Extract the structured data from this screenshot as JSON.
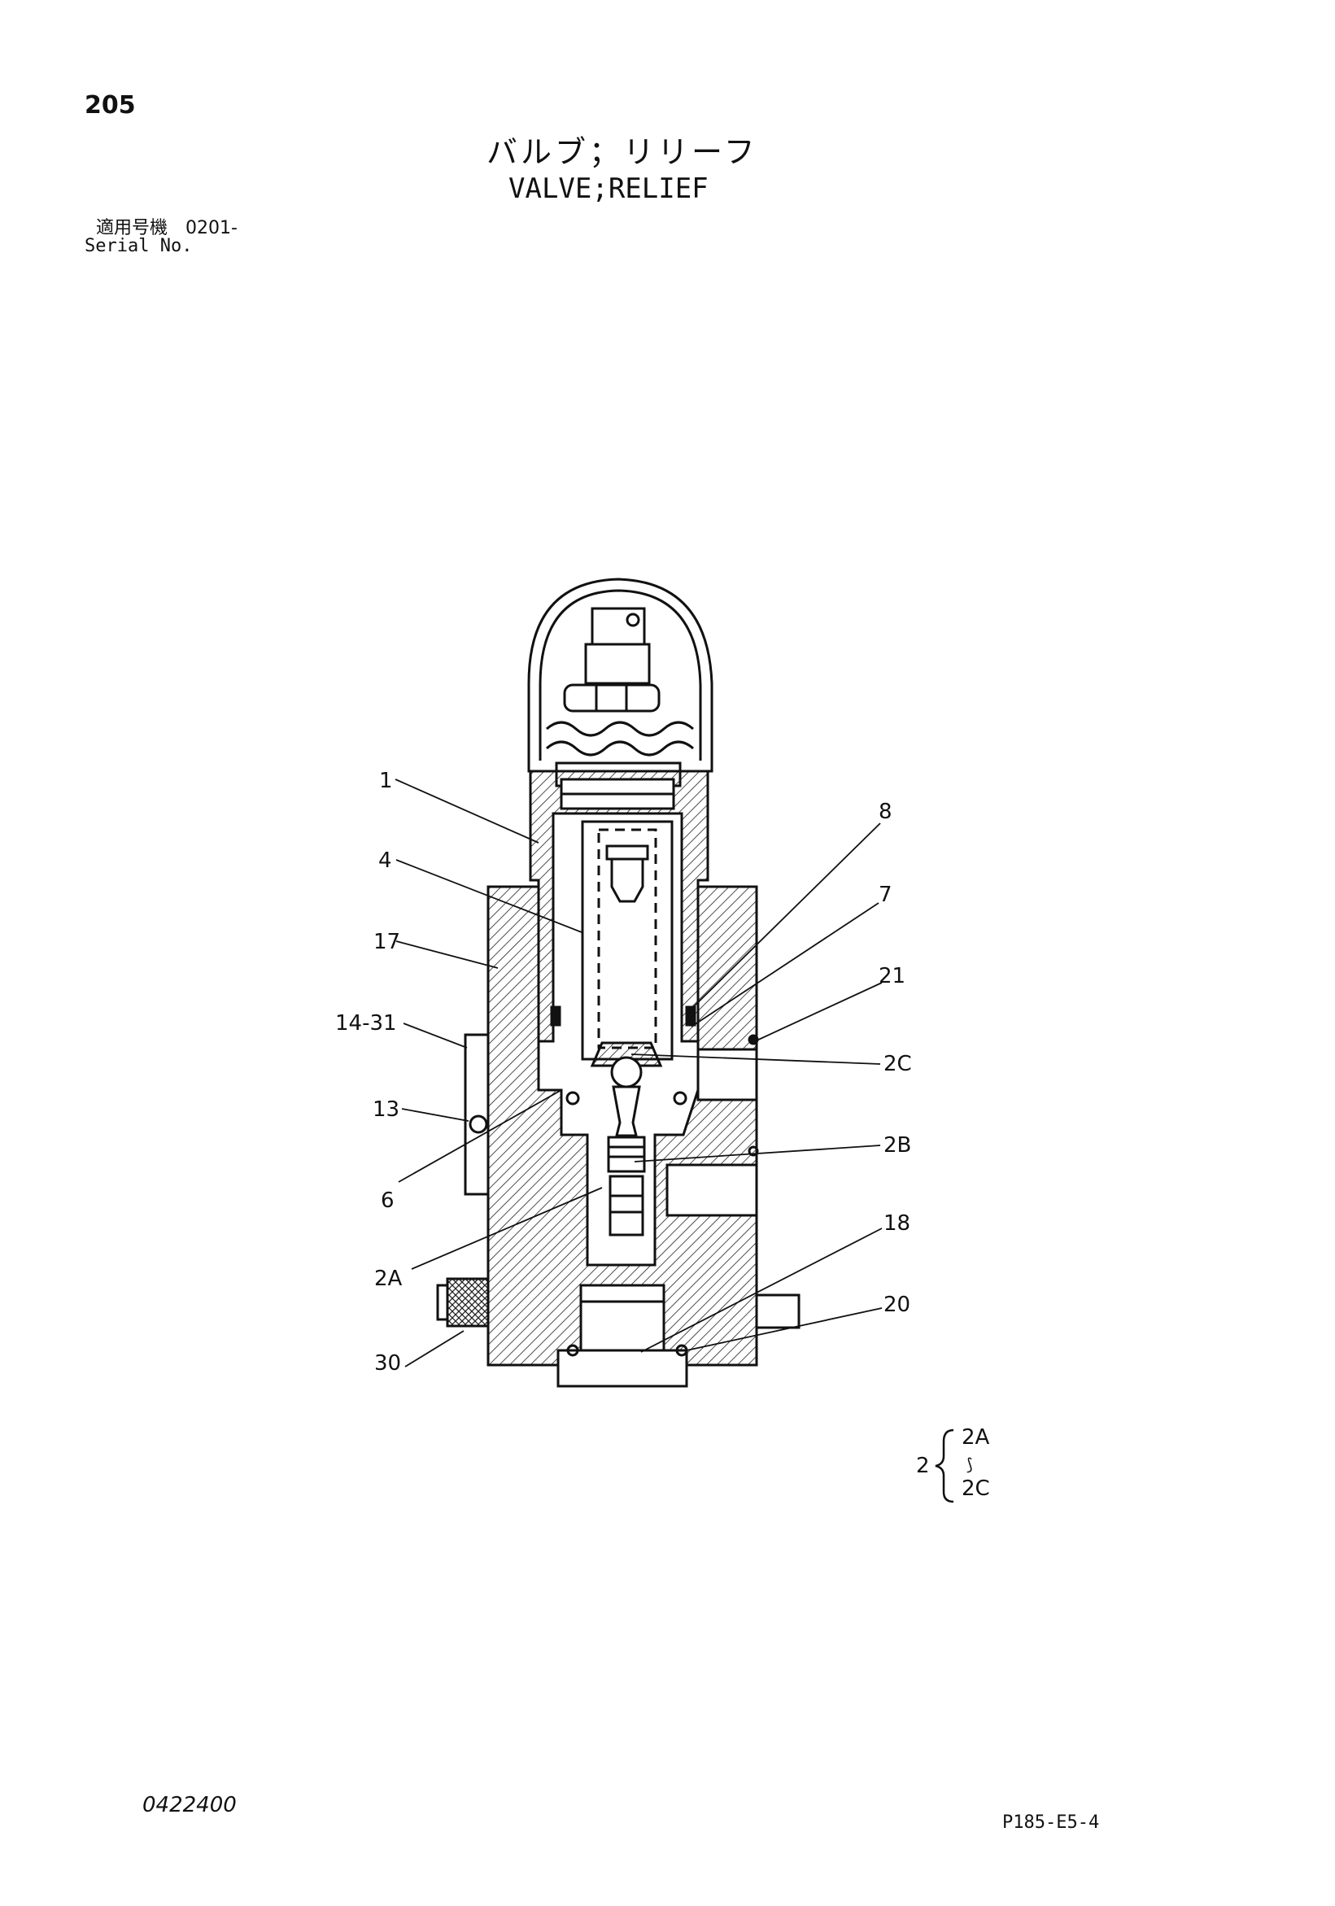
{
  "header": {
    "page_number": "205",
    "title_jp": "バルブ；リリーフ",
    "title_en": "VALVE;RELIEF",
    "serial_label_jp": "適用号機　0201-",
    "serial_label_en": "Serial No."
  },
  "callouts": [
    "1",
    "4",
    "17",
    "14-31",
    "13",
    "6",
    "2A",
    "30",
    "8",
    "7",
    "21",
    "2C",
    "2B",
    "18",
    "20"
  ],
  "group_note": {
    "parent": "2",
    "from": "2A",
    "range": "⟆",
    "to": "2C"
  },
  "footer": {
    "doc_code": "0422400",
    "fig_code": "P185-E5-4"
  }
}
